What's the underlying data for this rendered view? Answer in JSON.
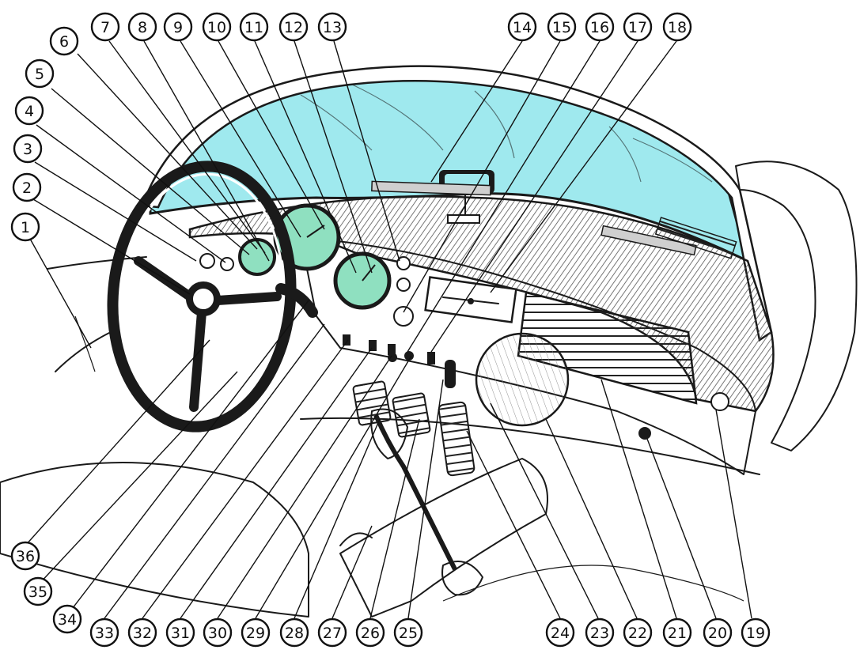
{
  "colors": {
    "windshield": "#9fe9ee",
    "gauge_face": "#8fe0c0",
    "ink": "#1a1a1a",
    "dash_shade": "#6e6e6e"
  },
  "callouts": [
    {
      "label": "1"
    },
    {
      "label": "2"
    },
    {
      "label": "3"
    },
    {
      "label": "4"
    },
    {
      "label": "5"
    },
    {
      "label": "6"
    },
    {
      "label": "7"
    },
    {
      "label": "8"
    },
    {
      "label": "9"
    },
    {
      "label": "10"
    },
    {
      "label": "11"
    },
    {
      "label": "12"
    },
    {
      "label": "13"
    },
    {
      "label": "14"
    },
    {
      "label": "15"
    },
    {
      "label": "16"
    },
    {
      "label": "17"
    },
    {
      "label": "18"
    },
    {
      "label": "19"
    },
    {
      "label": "20"
    },
    {
      "label": "21"
    },
    {
      "label": "22"
    },
    {
      "label": "23"
    },
    {
      "label": "24"
    },
    {
      "label": "25"
    },
    {
      "label": "26"
    },
    {
      "label": "27"
    },
    {
      "label": "28"
    },
    {
      "label": "29"
    },
    {
      "label": "30"
    },
    {
      "label": "31"
    },
    {
      "label": "32"
    },
    {
      "label": "33"
    },
    {
      "label": "34"
    },
    {
      "label": "35"
    },
    {
      "label": "36"
    }
  ]
}
